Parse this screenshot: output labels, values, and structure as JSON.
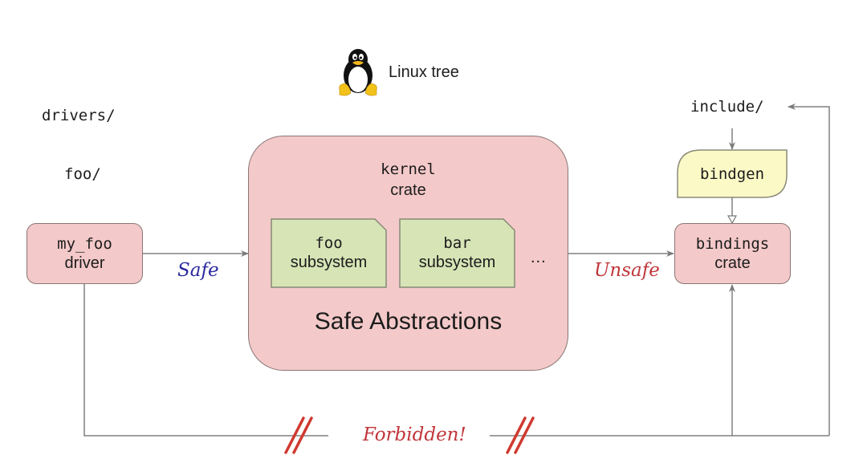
{
  "header": {
    "tree_label": "Linux tree",
    "tree_icon": "tux-penguin-icon"
  },
  "left": {
    "dir1": "drivers/",
    "dir2": "foo/",
    "driver_box": {
      "line1": "my_foo",
      "line2": "driver"
    }
  },
  "kernel": {
    "line1": "kernel",
    "line2": "crate",
    "subsystems": [
      {
        "line1": "foo",
        "line2": "subsystem"
      },
      {
        "line1": "bar",
        "line2": "subsystem"
      }
    ],
    "ellipsis": "...",
    "footer": "Safe Abstractions"
  },
  "right": {
    "dir": "include/",
    "bindgen": "bindgen",
    "bindings_box": {
      "line1": "bindings",
      "line2": "crate"
    }
  },
  "edges": {
    "safe": "Safe",
    "unsafe": "Unsafe",
    "forbidden": "Forbidden!"
  },
  "colors": {
    "box_fill": "#f4c9c9",
    "sub_fill": "#d7e4b6",
    "bindgen_fill": "#fbf9c6",
    "safe": "#2a2aa0",
    "unsafe": "#c0363a",
    "forbidden": "#c0363a",
    "line": "#7f7f7f"
  }
}
